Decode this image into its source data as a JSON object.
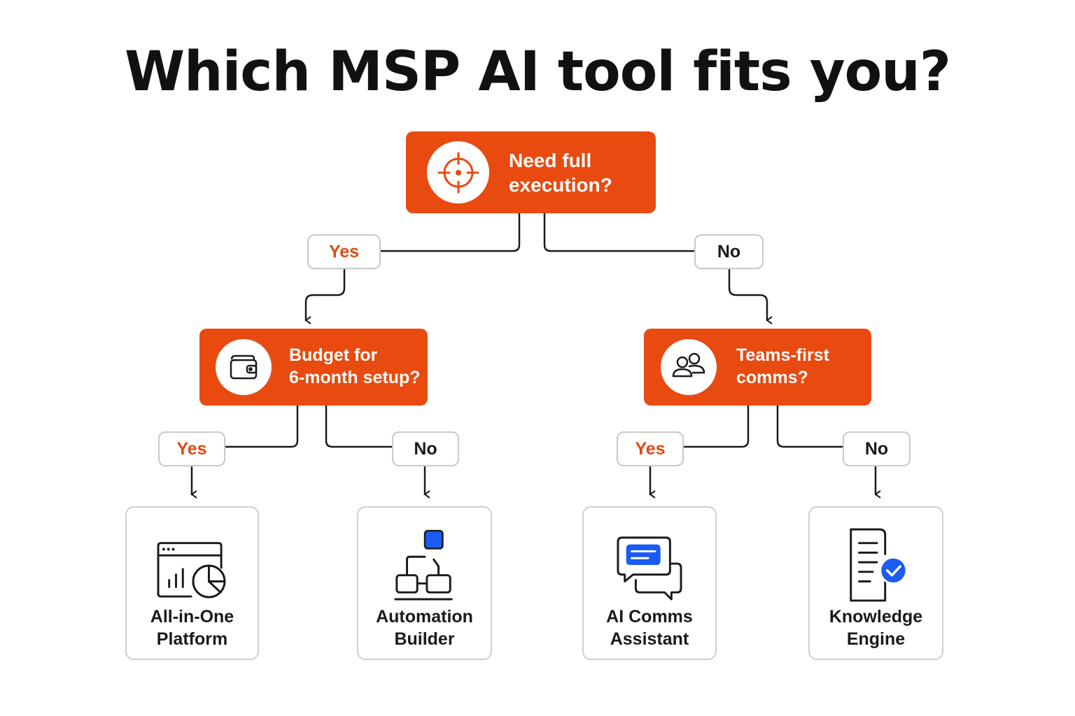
{
  "title": "Which MSP AI tool fits you?",
  "colors": {
    "accent": "#e84a10",
    "blue": "#1a5cf2",
    "border": "#c9c9c9"
  },
  "root": {
    "icon": "crosshair-icon",
    "line1": "Need full",
    "line2": "execution?"
  },
  "branch_left": {
    "edge_label": "Yes",
    "icon": "wallet-icon",
    "line1": "Budget for",
    "line2": "6-month setup?",
    "yes_label": "Yes",
    "no_label": "No"
  },
  "branch_right": {
    "edge_label": "No",
    "icon": "users-icon",
    "line1": "Teams-first",
    "line2": "comms?",
    "yes_label": "Yes",
    "no_label": "No"
  },
  "results": [
    {
      "icon": "dashboard-chart-icon",
      "line1": "All-in-One",
      "line2": "Platform"
    },
    {
      "icon": "workflow-blocks-icon",
      "line1": "Automation",
      "line2": "Builder"
    },
    {
      "icon": "chat-bubbles-icon",
      "line1": "AI Comms",
      "line2": "Assistant"
    },
    {
      "icon": "document-check-icon",
      "line1": "Knowledge",
      "line2": "Engine"
    }
  ]
}
